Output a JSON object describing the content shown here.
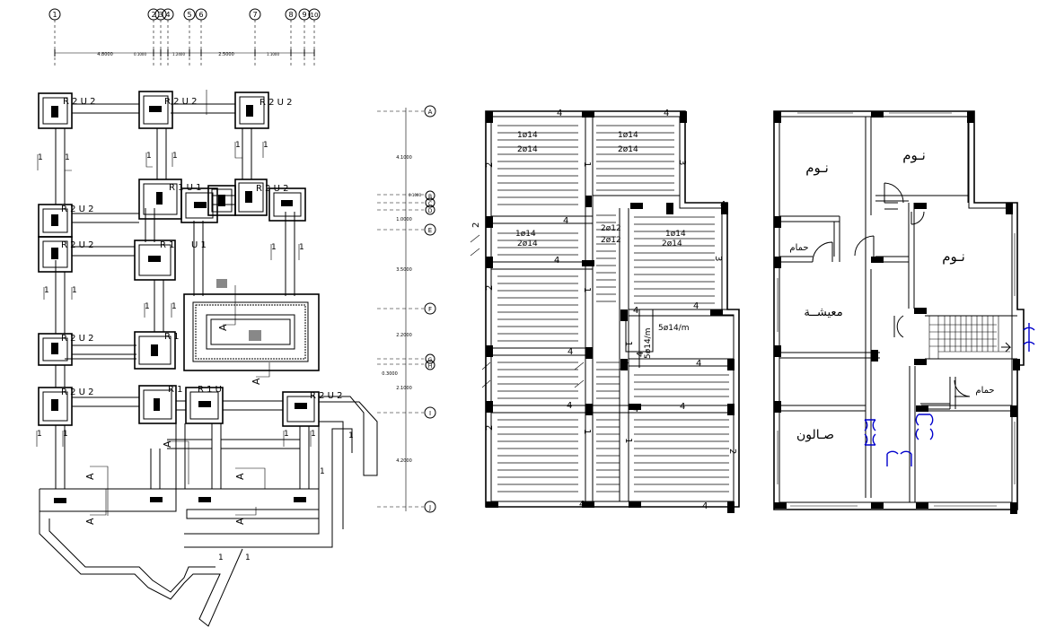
{
  "grid_columns": [
    "1",
    "2",
    "3",
    "4",
    "5",
    "6",
    "7",
    "8",
    "9",
    "10"
  ],
  "grid_column_dims": [
    "4.8000",
    "0.1000",
    "0.1000",
    "1.2400",
    "2.5000",
    "1.1000",
    "0.1000"
  ],
  "grid_rows": [
    "A",
    "B",
    "C",
    "D",
    "E",
    "F",
    "G",
    "H",
    "I",
    "J"
  ],
  "grid_row_dims": [
    "4.1000",
    "0.1000",
    "1.0000",
    "3.5000",
    "2.2000",
    "0.3000",
    "2.1000",
    "4.2000"
  ],
  "foundation_labels": {
    "r2u2": "R 2   U 2",
    "r1u1": "R 1   U 1",
    "r1": "R 1",
    "u1": "U 1",
    "r1u": "R 1 U",
    "section_1": "1",
    "section_a": "A"
  },
  "slab_labels": {
    "bar_1": "1ø14",
    "bar_2": "2ø14",
    "bar_3": "2ø12",
    "bar_4": "2ø12",
    "bar_5": "5ø14/m",
    "bar_6": "5ø14/m",
    "num_4": "4",
    "num_3": "3",
    "num_2": "2",
    "num_1": "1"
  },
  "rooms": {
    "bedroom_1": "نـوم",
    "bedroom_2": "نـوم",
    "bedroom_3": "نـوم",
    "bath_1": "حمام",
    "bath_2": "حمام",
    "living": "معيشــة",
    "salon": "صـالون"
  }
}
